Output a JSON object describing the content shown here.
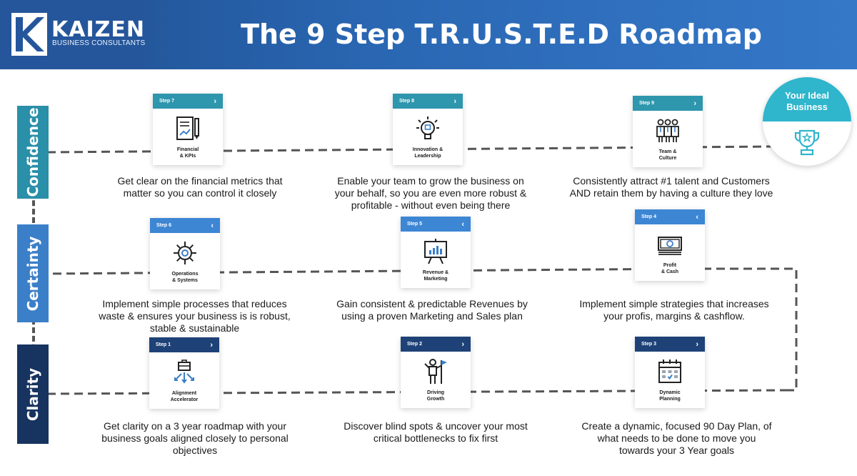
{
  "header": {
    "brand_name": "KAIZEN",
    "brand_sub": "BUSINESS CONSULTANTS",
    "title": "The 9 Step T.R.U.S.T.E.D Roadmap"
  },
  "colors": {
    "confidence": "#2a8fa8",
    "certainty": "#3b7fc8",
    "clarity": "#17335f",
    "ideal": "#2fb5cc"
  },
  "stages": {
    "confidence": "Confidence",
    "certainty": "Certainty",
    "clarity": "Clarity"
  },
  "goal": {
    "line1": "Your Ideal",
    "line2": "Business",
    "icon": "trophy-icon"
  },
  "steps": [
    {
      "step": "Step 1",
      "label1": "Alignment",
      "label2": "Accelerator",
      "icon": "alignment-arrows-icon",
      "desc": [
        "Get clarity on a 3 year roadmap with your",
        "business goals aligned closely to personal",
        "objectives"
      ]
    },
    {
      "step": "Step 2",
      "label1": "Driving",
      "label2": "Growth",
      "icon": "person-flag-icon",
      "desc": [
        "Discover blind spots & uncover your most",
        "critical bottlenecks to fix first"
      ]
    },
    {
      "step": "Step 3",
      "label1": "Dynamic",
      "label2": "Planning",
      "icon": "calendar-icon",
      "desc": [
        "Create a dynamic, focused 90 Day Plan, of",
        "what needs to be done to move you",
        "towards your 3 Year goals"
      ]
    },
    {
      "step": "Step 4",
      "label1": "Profit",
      "label2": "& Cash",
      "icon": "cash-icon",
      "desc": [
        "Implement simple strategies that increases",
        "your profis, margins & cashflow."
      ]
    },
    {
      "step": "Step 5",
      "label1": "Revenue &",
      "label2": "Marketing",
      "icon": "presentation-chart-icon",
      "desc": [
        "Gain consistent & predictable Revenues by",
        "using a proven Marketing and Sales plan"
      ]
    },
    {
      "step": "Step 6",
      "label1": "Operations",
      "label2": "& Systems",
      "icon": "gear-icon",
      "desc": [
        "Implement simple processes that reduces",
        "waste & ensures your business is is robust,",
        "stable & sustainable"
      ]
    },
    {
      "step": "Step 7",
      "label1": "Financial",
      "label2": "& KPIs",
      "icon": "financial-report-icon",
      "desc": [
        "Get clear on the financial metrics that",
        "matter so you can control it closely"
      ]
    },
    {
      "step": "Step 8",
      "label1": "Innovation &",
      "label2": "Leadership",
      "icon": "lightbulb-icon",
      "desc": [
        "Enable your team to grow the business on",
        "your behalf, so you are even more robust &",
        "profitable - without even being there"
      ]
    },
    {
      "step": "Step 9",
      "label1": "Team &",
      "label2": "Culture",
      "icon": "team-icon",
      "desc": [
        "Consistently attract #1 talent and Customers",
        "AND retain them by having a culture they love"
      ]
    }
  ]
}
